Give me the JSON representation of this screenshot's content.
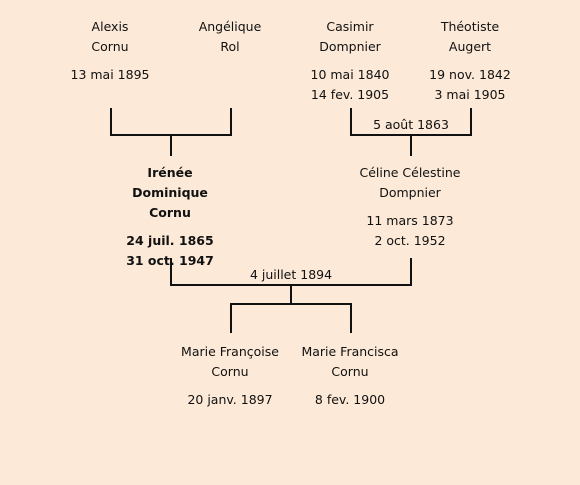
{
  "people": {
    "alexis": {
      "first": "Alexis",
      "last": "Cornu",
      "birth": "",
      "death": "13 mai 1895"
    },
    "angelique": {
      "first": "Angélique",
      "last": "Rol"
    },
    "casimir": {
      "first": "Casimir",
      "last": "Dompnier",
      "birth": "10 mai 1840",
      "death": "14 fev. 1905"
    },
    "theotiste": {
      "first": "Théotiste",
      "last": "Augert",
      "birth": "19 nov. 1842",
      "death": "3 mai 1905"
    },
    "irenee": {
      "first": "Irénée Dominique",
      "last": "Cornu",
      "birth": "24 juil. 1865",
      "death": "31 oct. 1947"
    },
    "celine": {
      "first": "Céline Célestine",
      "last": "Dompnier",
      "birth": "11 mars 1873",
      "death": "2 oct. 1952"
    },
    "mariefr": {
      "first": "Marie Françoise",
      "last": "Cornu",
      "birth": "20 janv. 1897"
    },
    "mariefc": {
      "first": "Marie Francisca",
      "last": "Cornu",
      "birth": "8 fev. 1900"
    }
  },
  "marriages": {
    "casimir_theotiste": "5 août 1863",
    "irenee_celine": "4 juillet 1894"
  }
}
